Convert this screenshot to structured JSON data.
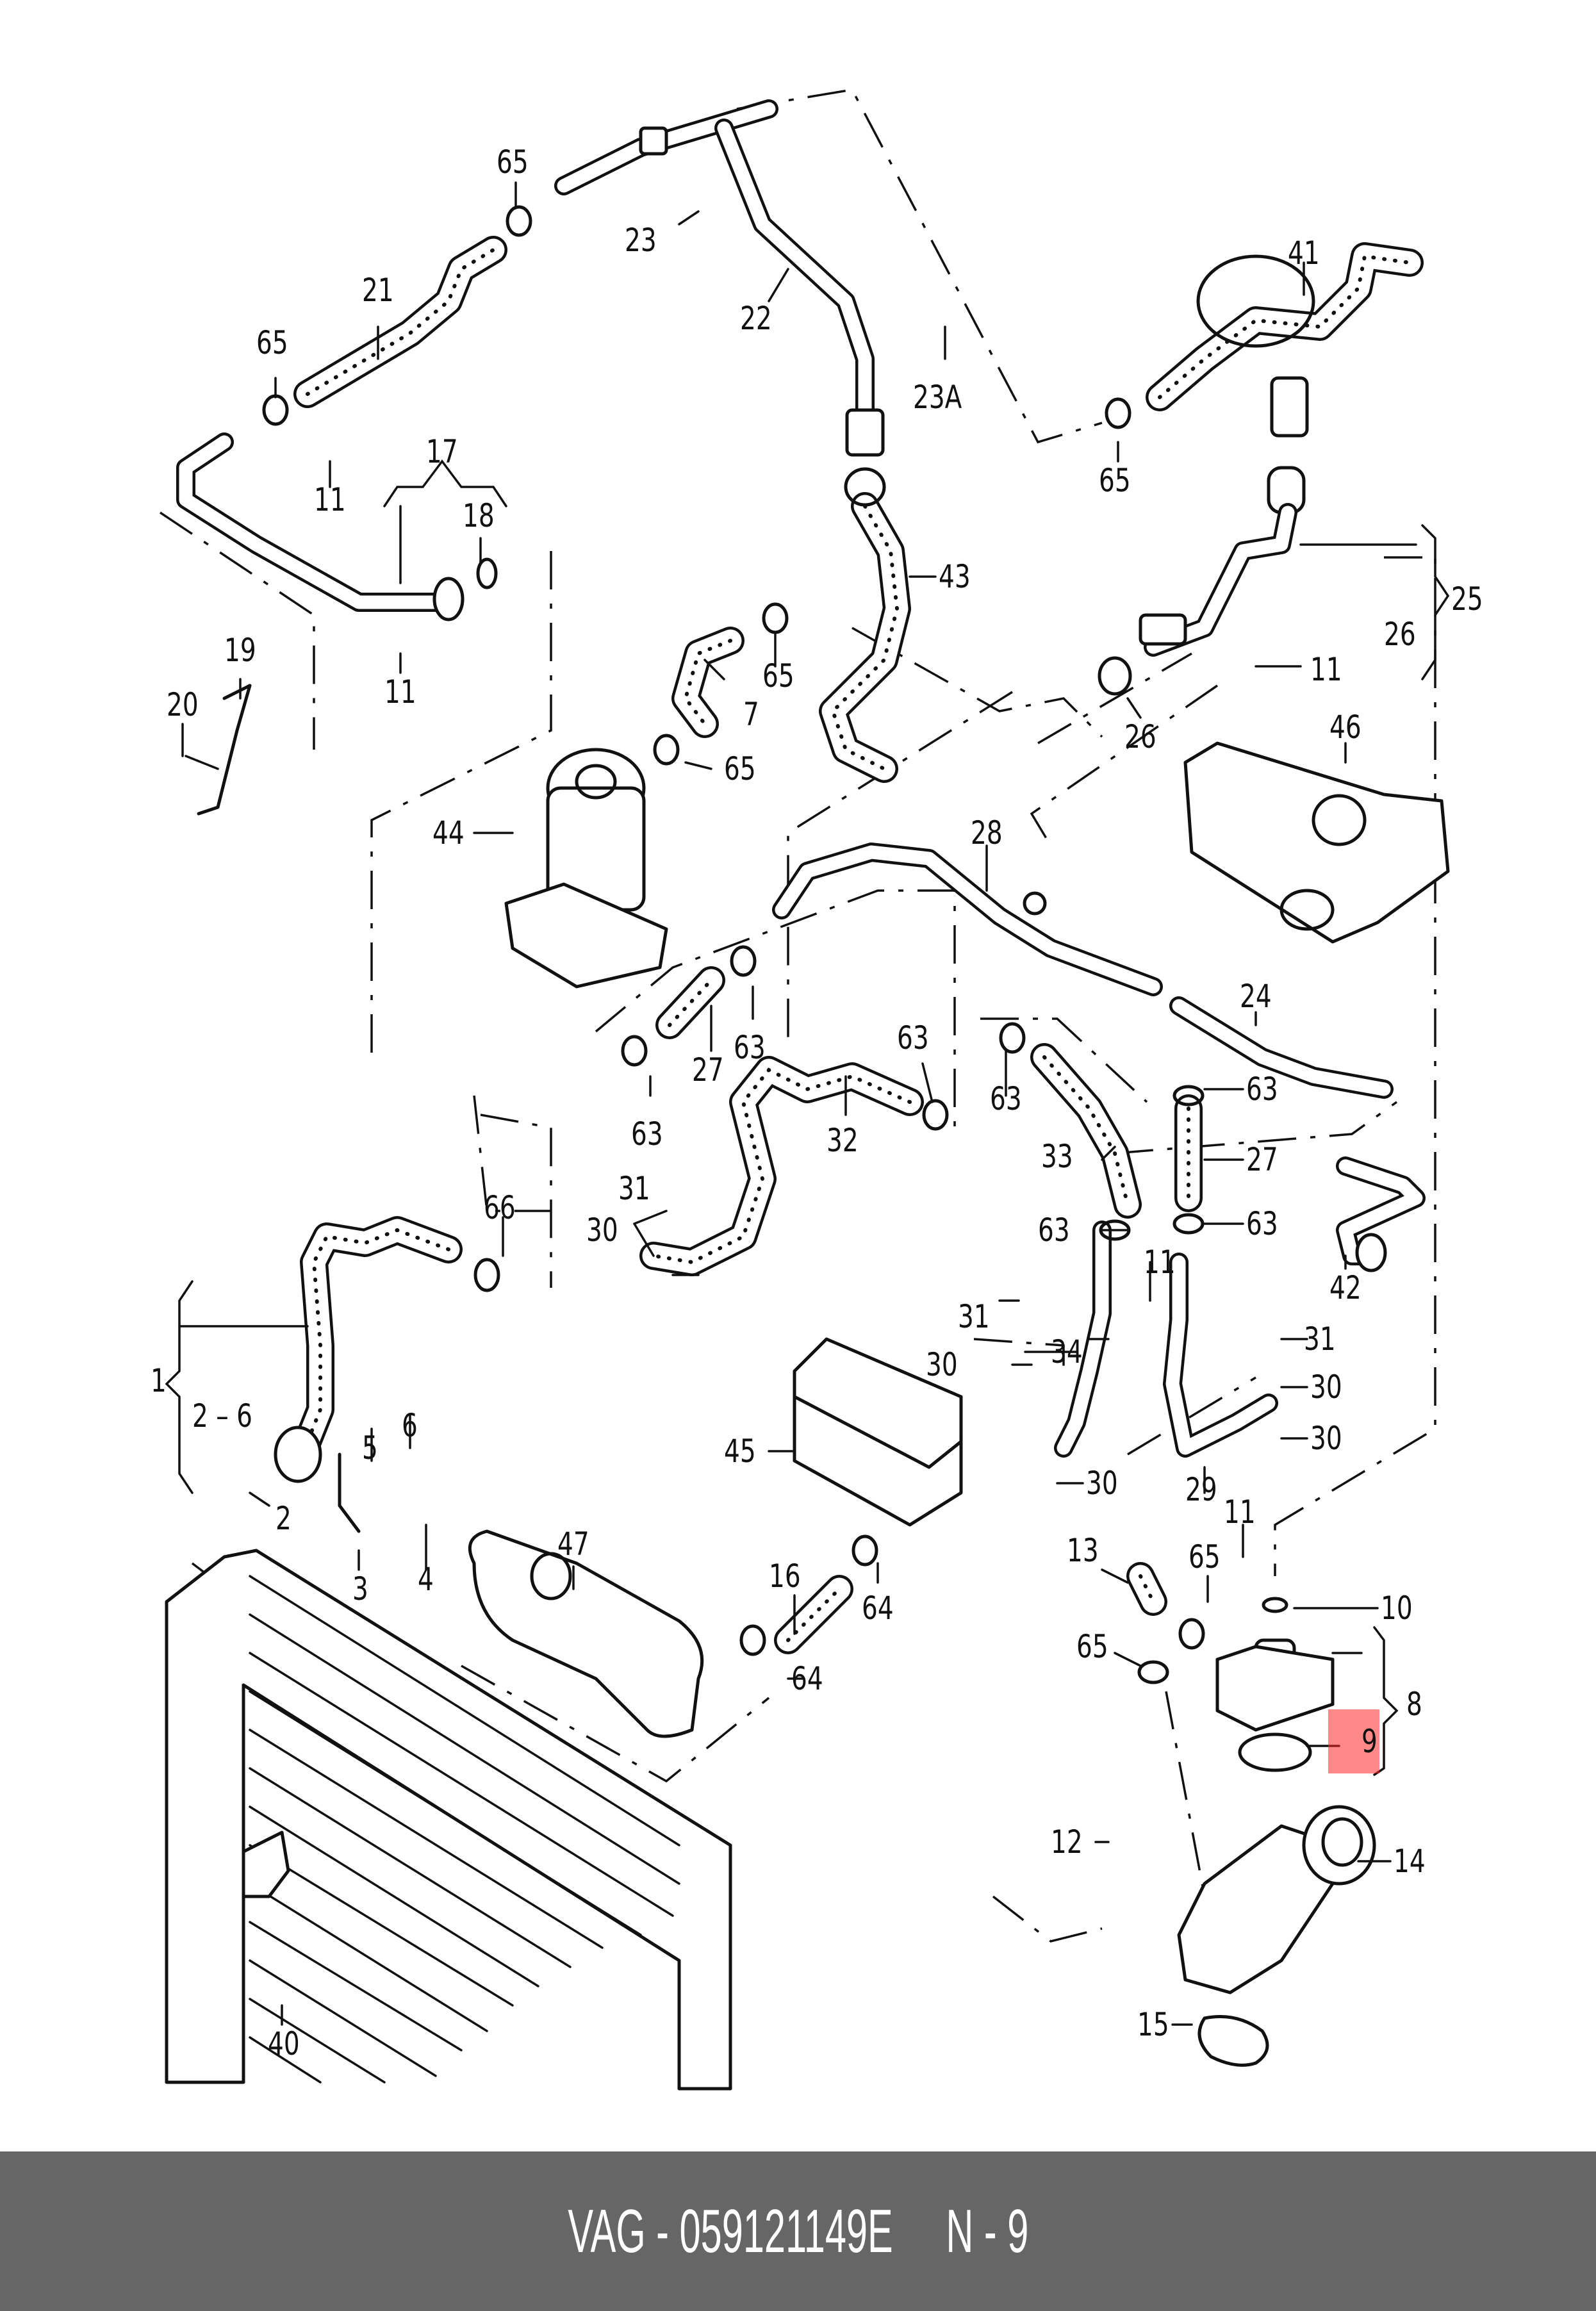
{
  "diagram": {
    "title": "Coolant system exploded parts diagram",
    "highlighted_part": "9",
    "highlight_color": "#ff2828",
    "callouts": [
      {
        "id": "c-65-a",
        "label": "65"
      },
      {
        "id": "c-23",
        "label": "23"
      },
      {
        "id": "c-21",
        "label": "21"
      },
      {
        "id": "c-22",
        "label": "22"
      },
      {
        "id": "c-65-b",
        "label": "65"
      },
      {
        "id": "c-23a",
        "label": "23A"
      },
      {
        "id": "c-41",
        "label": "41"
      },
      {
        "id": "c-65-c",
        "label": "65"
      },
      {
        "id": "c-11-a",
        "label": "11"
      },
      {
        "id": "c-17",
        "label": "17"
      },
      {
        "id": "c-18",
        "label": "18"
      },
      {
        "id": "c-43",
        "label": "43"
      },
      {
        "id": "c-25",
        "label": "25"
      },
      {
        "id": "c-26-a",
        "label": "26"
      },
      {
        "id": "c-65-d",
        "label": "65"
      },
      {
        "id": "c-19",
        "label": "19"
      },
      {
        "id": "c-11-b",
        "label": "11"
      },
      {
        "id": "c-7",
        "label": "7"
      },
      {
        "id": "c-26-b",
        "label": "26"
      },
      {
        "id": "c-11-c",
        "label": "11"
      },
      {
        "id": "c-20",
        "label": "20"
      },
      {
        "id": "c-65-e",
        "label": "65"
      },
      {
        "id": "c-46",
        "label": "46"
      },
      {
        "id": "c-44",
        "label": "44"
      },
      {
        "id": "c-28",
        "label": "28"
      },
      {
        "id": "c-24",
        "label": "24"
      },
      {
        "id": "c-27-a",
        "label": "27"
      },
      {
        "id": "c-63-a",
        "label": "63"
      },
      {
        "id": "c-63-b",
        "label": "63"
      },
      {
        "id": "c-63-c",
        "label": "63"
      },
      {
        "id": "c-63-d",
        "label": "63"
      },
      {
        "id": "c-63-e",
        "label": "63"
      },
      {
        "id": "c-32",
        "label": "32"
      },
      {
        "id": "c-33",
        "label": "33"
      },
      {
        "id": "c-27-b",
        "label": "27"
      },
      {
        "id": "c-31-a",
        "label": "31"
      },
      {
        "id": "c-30-a",
        "label": "30"
      },
      {
        "id": "c-66",
        "label": "66"
      },
      {
        "id": "c-63-f",
        "label": "63"
      },
      {
        "id": "c-63-g",
        "label": "63"
      },
      {
        "id": "c-11-d",
        "label": "11"
      },
      {
        "id": "c-42",
        "label": "42"
      },
      {
        "id": "c-1",
        "label": "1"
      },
      {
        "id": "c-2-6",
        "label": "2 – 6"
      },
      {
        "id": "c-31-b",
        "label": "31"
      },
      {
        "id": "c-34",
        "label": "34"
      },
      {
        "id": "c-31-c",
        "label": "31"
      },
      {
        "id": "c-30-b",
        "label": "30"
      },
      {
        "id": "c-30-c",
        "label": "30"
      },
      {
        "id": "c-30-d",
        "label": "30"
      },
      {
        "id": "c-30-e",
        "label": "30"
      },
      {
        "id": "c-45",
        "label": "45"
      },
      {
        "id": "c-29",
        "label": "29"
      },
      {
        "id": "c-5",
        "label": "5"
      },
      {
        "id": "c-6",
        "label": "6"
      },
      {
        "id": "c-2",
        "label": "2"
      },
      {
        "id": "c-3",
        "label": "3"
      },
      {
        "id": "c-4",
        "label": "4"
      },
      {
        "id": "c-47",
        "label": "47"
      },
      {
        "id": "c-11-e",
        "label": "11"
      },
      {
        "id": "c-13",
        "label": "13"
      },
      {
        "id": "c-65-f",
        "label": "65"
      },
      {
        "id": "c-10",
        "label": "10"
      },
      {
        "id": "c-16",
        "label": "16"
      },
      {
        "id": "c-64-a",
        "label": "64"
      },
      {
        "id": "c-65-g",
        "label": "65"
      },
      {
        "id": "c-64-b",
        "label": "64"
      },
      {
        "id": "c-8",
        "label": "8"
      },
      {
        "id": "c-9",
        "label": "9"
      },
      {
        "id": "c-12",
        "label": "12"
      },
      {
        "id": "c-14",
        "label": "14"
      },
      {
        "id": "c-40",
        "label": "40"
      },
      {
        "id": "c-15",
        "label": "15"
      }
    ]
  },
  "footer": {
    "brand": "VAG",
    "part_number": "059121149E",
    "reference": "N - 9",
    "text": "VAG - 059121149E     N - 9",
    "background": "#666666",
    "text_color": "#ffffff"
  }
}
